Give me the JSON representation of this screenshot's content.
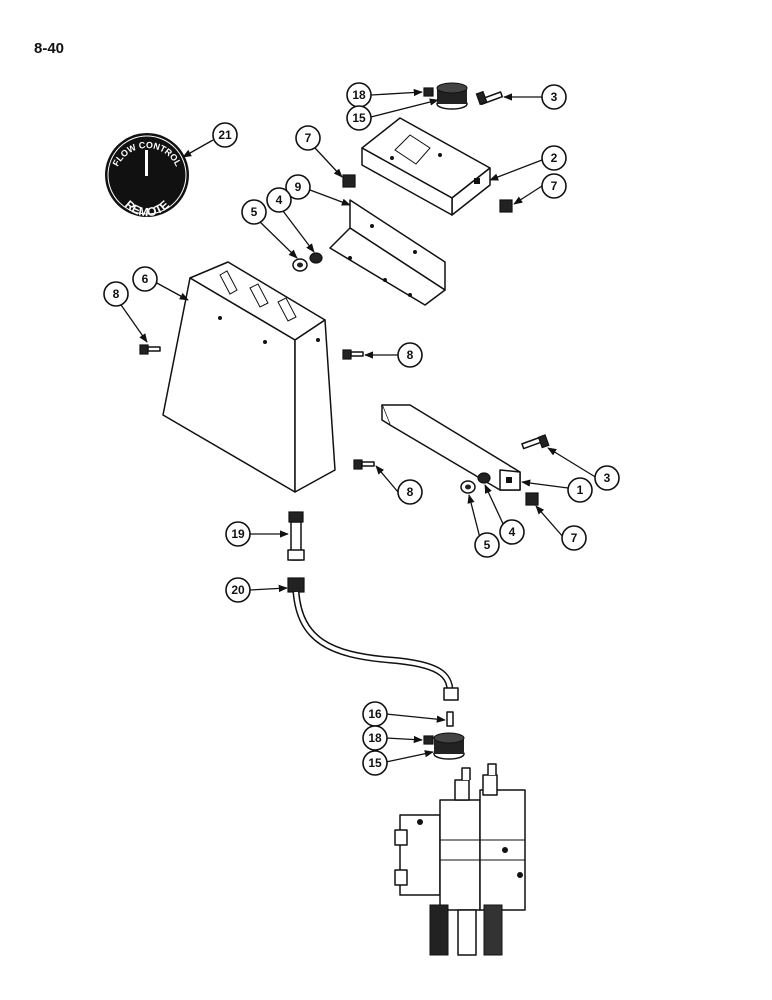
{
  "page": {
    "number": "8-40"
  },
  "decal": {
    "top_text": "FLOW CONTROL",
    "bottom_text": "REMOTE"
  },
  "callouts": [
    {
      "id": "c18a",
      "label": "18"
    },
    {
      "id": "c15a",
      "label": "15"
    },
    {
      "id": "c3a",
      "label": "3"
    },
    {
      "id": "c21",
      "label": "21"
    },
    {
      "id": "c7a",
      "label": "7"
    },
    {
      "id": "c2",
      "label": "2"
    },
    {
      "id": "c7b",
      "label": "7"
    },
    {
      "id": "c9",
      "label": "9"
    },
    {
      "id": "c4a",
      "label": "4"
    },
    {
      "id": "c5a",
      "label": "5"
    },
    {
      "id": "c6",
      "label": "6"
    },
    {
      "id": "c8a",
      "label": "8"
    },
    {
      "id": "c8b",
      "label": "8"
    },
    {
      "id": "c3b",
      "label": "3"
    },
    {
      "id": "c1",
      "label": "1"
    },
    {
      "id": "c8c",
      "label": "8"
    },
    {
      "id": "c4b",
      "label": "4"
    },
    {
      "id": "c5b",
      "label": "5"
    },
    {
      "id": "c7c",
      "label": "7"
    },
    {
      "id": "c19",
      "label": "19"
    },
    {
      "id": "c20",
      "label": "20"
    },
    {
      "id": "c16",
      "label": "16"
    },
    {
      "id": "c18b",
      "label": "18"
    },
    {
      "id": "c15b",
      "label": "15"
    }
  ]
}
